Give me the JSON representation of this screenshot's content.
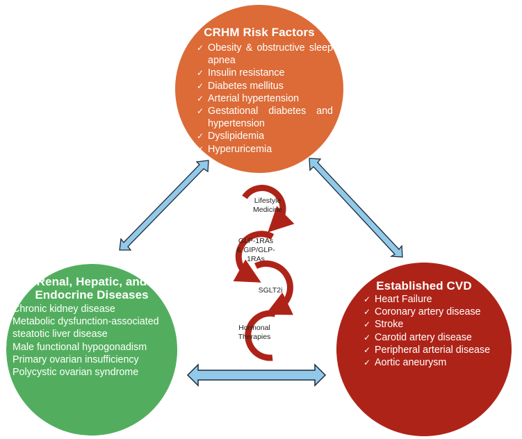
{
  "colors": {
    "risk_factors": "#dc6b37",
    "renal_hepatic_endocrine": "#52ae5e",
    "established_cvd": "#ae2318",
    "arrow_fill": "#93c9e8",
    "arrow_stroke": "#1a2a3a",
    "cycle_arrow": "#ae2318"
  },
  "check_icon": "✓",
  "risk_factors": {
    "title": "CRHM Risk Factors",
    "items": [
      "Obesity & obstructive sleep apnea",
      "Insulin resistance",
      "Diabetes mellitus",
      "Arterial hypertension",
      "Gestational diabetes and hypertension",
      "Dyslipidemia",
      "Hyperuricemia"
    ]
  },
  "renal_hepatic_endocrine": {
    "title_line1": "Renal, Hepatic, and",
    "title_line2": "Endocrine Diseases",
    "items": [
      "Chronic kidney disease",
      "Metabolic dysfunction-associated steatotic liver disease",
      "Male functional hypogonadism",
      "Primary ovarian insufficiency",
      "Polycystic ovarian syndrome"
    ]
  },
  "established_cvd": {
    "title": "Established CVD",
    "items": [
      "Heart Failure",
      "Coronary artery disease",
      "Stroke",
      "Carotid artery disease",
      "Peripheral arterial disease",
      "Aortic aneurysm"
    ]
  },
  "therapies": [
    {
      "line1": "Lifestyle",
      "line2": "Medicine"
    },
    {
      "line1": "GLP-1RAs",
      "line2": "& GIP/GLP-",
      "line3": "1RAs"
    },
    {
      "line1": "SGLT2i"
    },
    {
      "line1": "Hormonal",
      "line2": "Therapies"
    }
  ]
}
